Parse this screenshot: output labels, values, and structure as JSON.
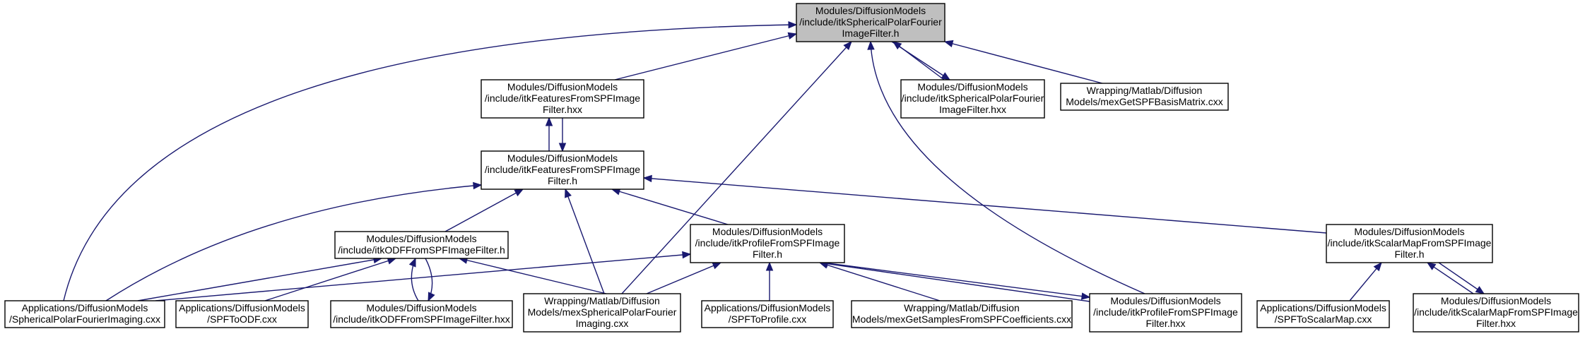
{
  "nodes": [
    {
      "id": "n0",
      "focus": true,
      "lines": [
        "Modules/DiffusionModels",
        "/include/itkSphericalPolarFourier",
        "ImageFilter.h"
      ]
    },
    {
      "id": "n1",
      "lines": [
        "Modules/DiffusionModels",
        "/include/itkFeaturesFromSPFImage",
        "Filter.hxx"
      ]
    },
    {
      "id": "n2",
      "lines": [
        "Modules/DiffusionModels",
        "/include/itkSphericalPolarFourier",
        "ImageFilter.hxx"
      ]
    },
    {
      "id": "n3",
      "lines": [
        "Wrapping/Matlab/Diffusion",
        "Models/mexGetSPFBasisMatrix.cxx"
      ]
    },
    {
      "id": "n4",
      "lines": [
        "Modules/DiffusionModels",
        "/include/itkFeaturesFromSPFImage",
        "Filter.h"
      ]
    },
    {
      "id": "n5",
      "lines": [
        "Modules/DiffusionModels",
        "/include/itkODFFromSPFImageFilter.h"
      ]
    },
    {
      "id": "n6",
      "lines": [
        "Modules/DiffusionModels",
        "/include/itkProfileFromSPFImage",
        "Filter.h"
      ]
    },
    {
      "id": "n7",
      "lines": [
        "Modules/DiffusionModels",
        "/include/itkScalarMapFromSPFImage",
        "Filter.h"
      ]
    },
    {
      "id": "n8",
      "lines": [
        "Applications/DiffusionModels",
        "/SphericalPolarFourierImaging.cxx"
      ]
    },
    {
      "id": "n9",
      "lines": [
        "Applications/DiffusionModels",
        "/SPFToODF.cxx"
      ]
    },
    {
      "id": "n10",
      "lines": [
        "Modules/DiffusionModels",
        "/include/itkODFFromSPFImageFilter.hxx"
      ]
    },
    {
      "id": "n11",
      "lines": [
        "Wrapping/Matlab/Diffusion",
        "Models/mexSphericalPolarFourier",
        "Imaging.cxx"
      ]
    },
    {
      "id": "n12",
      "lines": [
        "Applications/DiffusionModels",
        "/SPFToProfile.cxx"
      ]
    },
    {
      "id": "n13",
      "lines": [
        "Wrapping/Matlab/Diffusion",
        "Models/mexGetSamplesFromSPFCoefficients.cxx"
      ]
    },
    {
      "id": "n14",
      "lines": [
        "Modules/DiffusionModels",
        "/include/itkProfileFromSPFImage",
        "Filter.hxx"
      ]
    },
    {
      "id": "n15",
      "lines": [
        "Applications/DiffusionModels",
        "/SPFToScalarMap.cxx"
      ]
    },
    {
      "id": "n16",
      "lines": [
        "Modules/DiffusionModels",
        "/include/itkScalarMapFromSPFImage",
        "Filter.hxx"
      ]
    }
  ],
  "edges": [
    {
      "from": "n1",
      "to": "n0"
    },
    {
      "from": "n2",
      "to": "n0"
    },
    {
      "from": "n0",
      "to": "n2"
    },
    {
      "from": "n3",
      "to": "n0"
    },
    {
      "from": "n8",
      "to": "n0"
    },
    {
      "from": "n11",
      "to": "n0"
    },
    {
      "from": "n14",
      "to": "n0"
    },
    {
      "from": "n4",
      "to": "n1"
    },
    {
      "from": "n1",
      "to": "n4"
    },
    {
      "from": "n5",
      "to": "n4"
    },
    {
      "from": "n6",
      "to": "n4"
    },
    {
      "from": "n7",
      "to": "n4"
    },
    {
      "from": "n8",
      "to": "n4"
    },
    {
      "from": "n11",
      "to": "n4"
    },
    {
      "from": "n8",
      "to": "n5"
    },
    {
      "from": "n9",
      "to": "n5"
    },
    {
      "from": "n10",
      "to": "n5"
    },
    {
      "from": "n5",
      "to": "n10"
    },
    {
      "from": "n11",
      "to": "n5"
    },
    {
      "from": "n8",
      "to": "n6"
    },
    {
      "from": "n11",
      "to": "n6"
    },
    {
      "from": "n12",
      "to": "n6"
    },
    {
      "from": "n13",
      "to": "n6"
    },
    {
      "from": "n14",
      "to": "n6"
    },
    {
      "from": "n6",
      "to": "n14"
    },
    {
      "from": "n15",
      "to": "n7"
    },
    {
      "from": "n16",
      "to": "n7"
    },
    {
      "from": "n7",
      "to": "n16"
    }
  ]
}
